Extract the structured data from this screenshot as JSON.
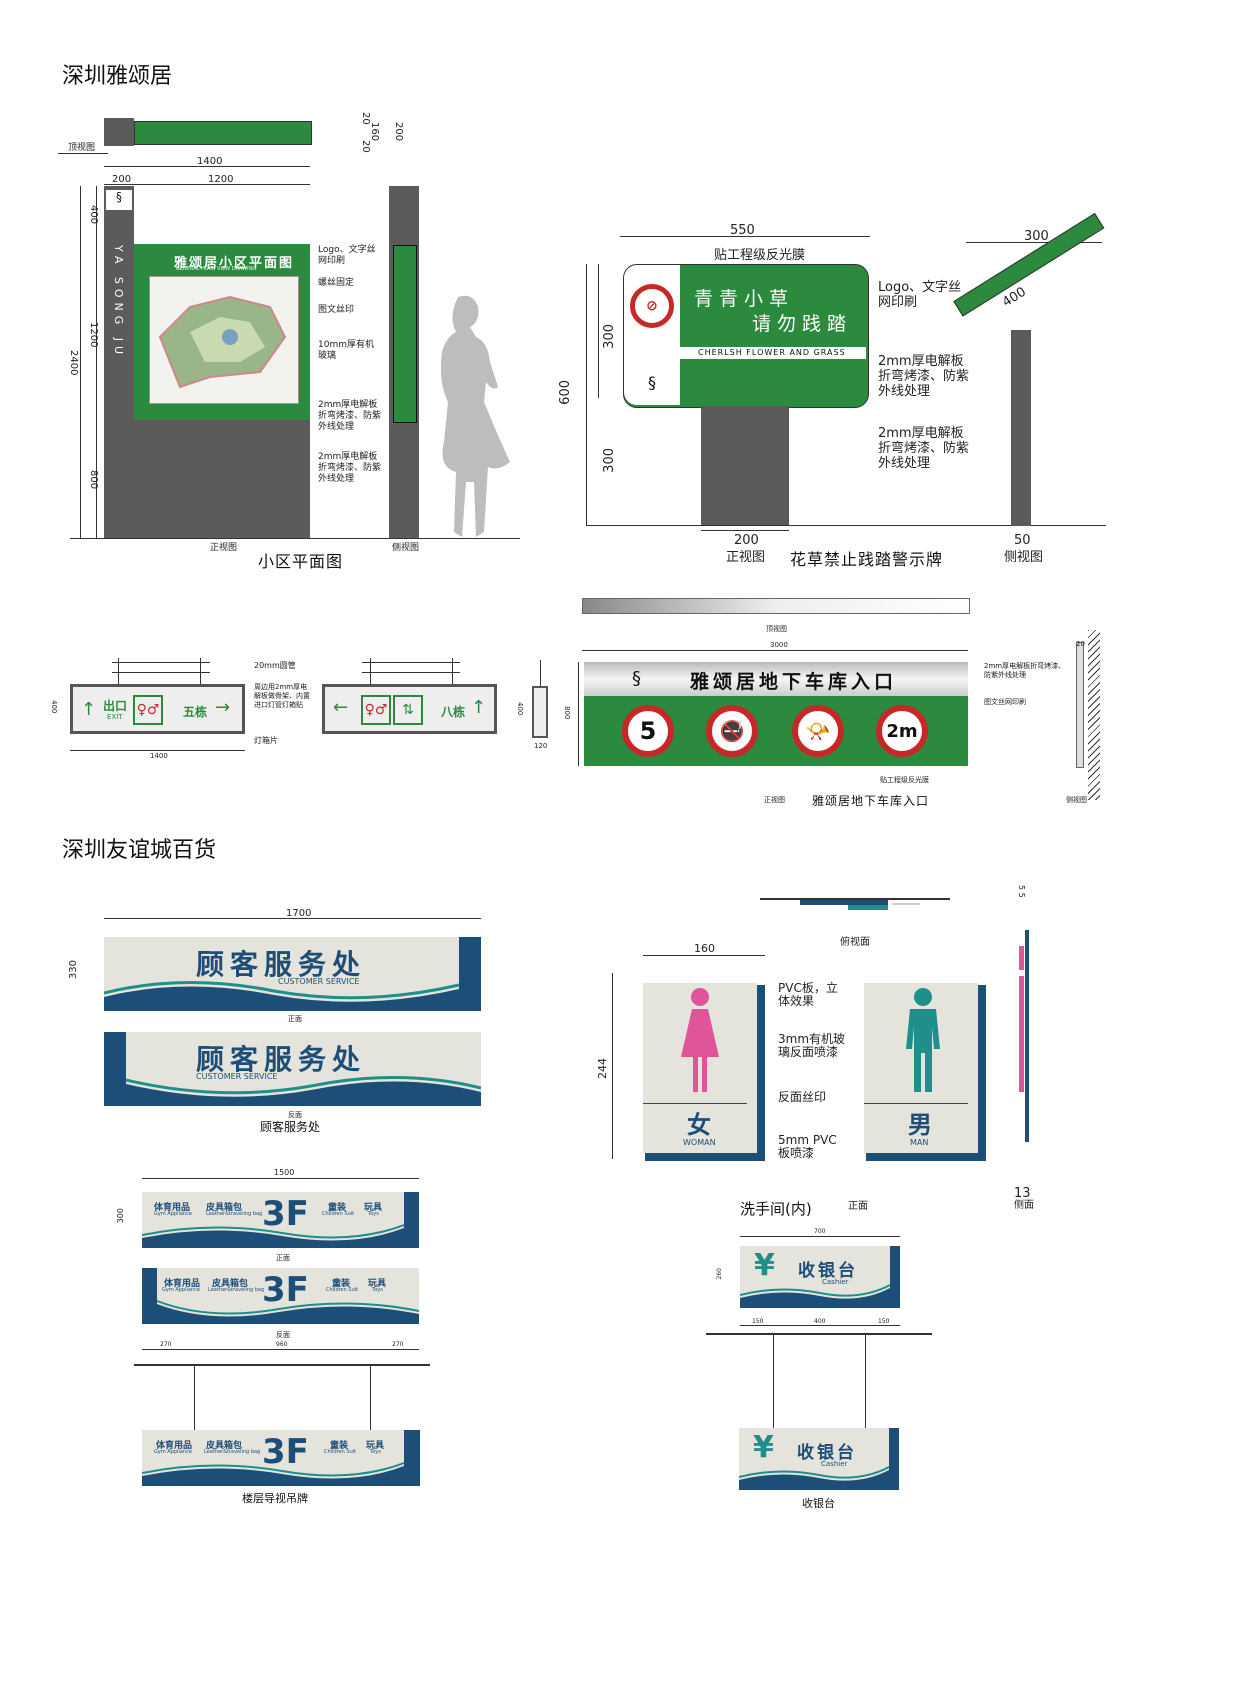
{
  "sections": {
    "s1": "深圳雅颂居",
    "s2": "深圳友谊城百货"
  },
  "plan_board": {
    "top_view": "顶视图",
    "front_view": "正视图",
    "side_view": "侧视图",
    "caption": "小区平面图",
    "title": "雅颂居小区平面图",
    "subtitle": "GENERAL PLAIN VIEW DRAWING",
    "vertical_text": "YA SONG JU",
    "dims": {
      "w1400": "1400",
      "w200": "200",
      "w1200": "1200",
      "h2400": "2400",
      "h400": "400",
      "h1200": "1200",
      "h800": "800",
      "t20a": "20",
      "t160": "160",
      "t20b": "20",
      "t200": "200"
    },
    "notes": [
      "Logo、文字丝网印刷",
      "螺丝固定",
      "图文丝印",
      "10mm厚有机玻璃",
      "2mm厚电解板折弯烤漆、防紫外线处理",
      "2mm厚电解板折弯烤漆、防紫外线处理"
    ]
  },
  "grass_sign": {
    "top_note": "贴工程级反光膜",
    "line1": "青青小草",
    "line2": "请勿践踏",
    "english": "CHERLSH FLOWER AND GRASS",
    "notes": [
      "Logo、文字丝网印刷",
      "2mm厚电解板折弯烤漆、防紫外线处理",
      "2mm厚电解板折弯烤漆、防紫外线处理"
    ],
    "dims": {
      "w550": "550",
      "h600": "600",
      "h300a": "300",
      "h300b": "300",
      "w200": "200",
      "w300": "300",
      "d400": "400",
      "w50": "50"
    },
    "front_view": "正视图",
    "caption": "花草禁止践踏警示牌",
    "side_view": "侧视图"
  },
  "hanging_signs": {
    "left": {
      "exit": "出口",
      "exit_en": "EXIT",
      "building": "五栋"
    },
    "right": {
      "building": "八栋"
    },
    "notes": [
      "20mm圆管",
      "周边用2mm厚电解板做骨架、内置进口灯管灯箱贴",
      "灯箱片"
    ],
    "dims": {
      "w1400": "1400",
      "h400a": "400",
      "h400b": "400",
      "d120": "120"
    }
  },
  "garage": {
    "title": "雅颂居地下车库入口",
    "top_view": "顶视图",
    "dims": {
      "w3000": "3000",
      "h800": "800",
      "d20": "20"
    },
    "signs": [
      "5",
      "",
      "",
      "2m"
    ],
    "notes": [
      "2mm厚电解板折弯烤漆、防紫外线处理",
      "图文丝网印刷",
      "贴工程级反光膜"
    ],
    "front_view": "正视图",
    "caption": "雅颂居地下车库入口",
    "side_view": "侧视图"
  },
  "service": {
    "title": "顾客服务处",
    "english": "CUSTOMER SERVICE",
    "front": "正面",
    "back": "反面",
    "caption": "顾客服务处",
    "dims": {
      "w1700": "1700",
      "h330": "330"
    }
  },
  "floor": {
    "items": [
      "体育用品",
      "皮具箱包",
      "童装",
      "玩具"
    ],
    "items_en": [
      "Gym Appliance",
      "Leather&traveling bag",
      "Children Suit",
      "Toys"
    ],
    "floor_no": "3F",
    "front": "正面",
    "back": "反面",
    "caption": "楼层导视吊牌",
    "dims": {
      "w1500": "1500",
      "h300": "300",
      "s270a": "270",
      "s960": "960",
      "s270b": "270"
    }
  },
  "toilet": {
    "top_caption": "俯视面",
    "woman": "女",
    "woman_en": "WOMAN",
    "man": "男",
    "man_en": "MAN",
    "notes": [
      "PVC板，立体效果",
      "3mm有机玻璃反面喷漆",
      "反面丝印",
      "5mm PVC板喷漆"
    ],
    "caption": "洗手间(内)",
    "front": "正面",
    "side": "侧面",
    "dims": {
      "w160": "160",
      "h244": "244",
      "d13": "13",
      "d55": "5 5"
    }
  },
  "cashier": {
    "symbol": "¥",
    "title": "收银台",
    "english": "Cashier",
    "caption": "收银台",
    "dims": {
      "w700": "700",
      "h260": "260",
      "s150a": "150",
      "s400": "400",
      "s150b": "150"
    }
  },
  "colors": {
    "green": "#2b8a3e",
    "dark": "#5b5b5b",
    "navy": "#1d4e78",
    "cream": "#e4e4dc",
    "red": "#c62828",
    "pink": "#e0559a",
    "teal": "#1e8f8a"
  }
}
